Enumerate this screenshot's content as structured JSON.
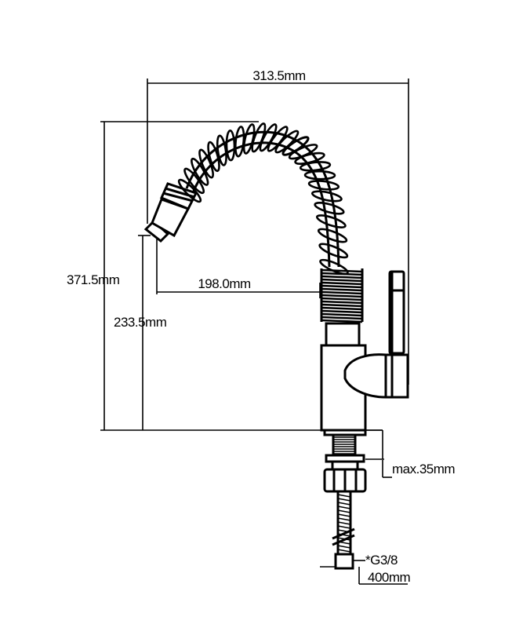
{
  "diagram": {
    "dimensions": {
      "overall_width": "313.5mm",
      "overall_height": "371.5mm",
      "spout_height": "233.5mm",
      "spout_reach": "198.0mm",
      "max_deck_thickness": "max.35mm",
      "thread": "*G3/8",
      "hose_length": "400mm"
    },
    "colors": {
      "line": "#000000",
      "background": "#ffffff"
    }
  }
}
